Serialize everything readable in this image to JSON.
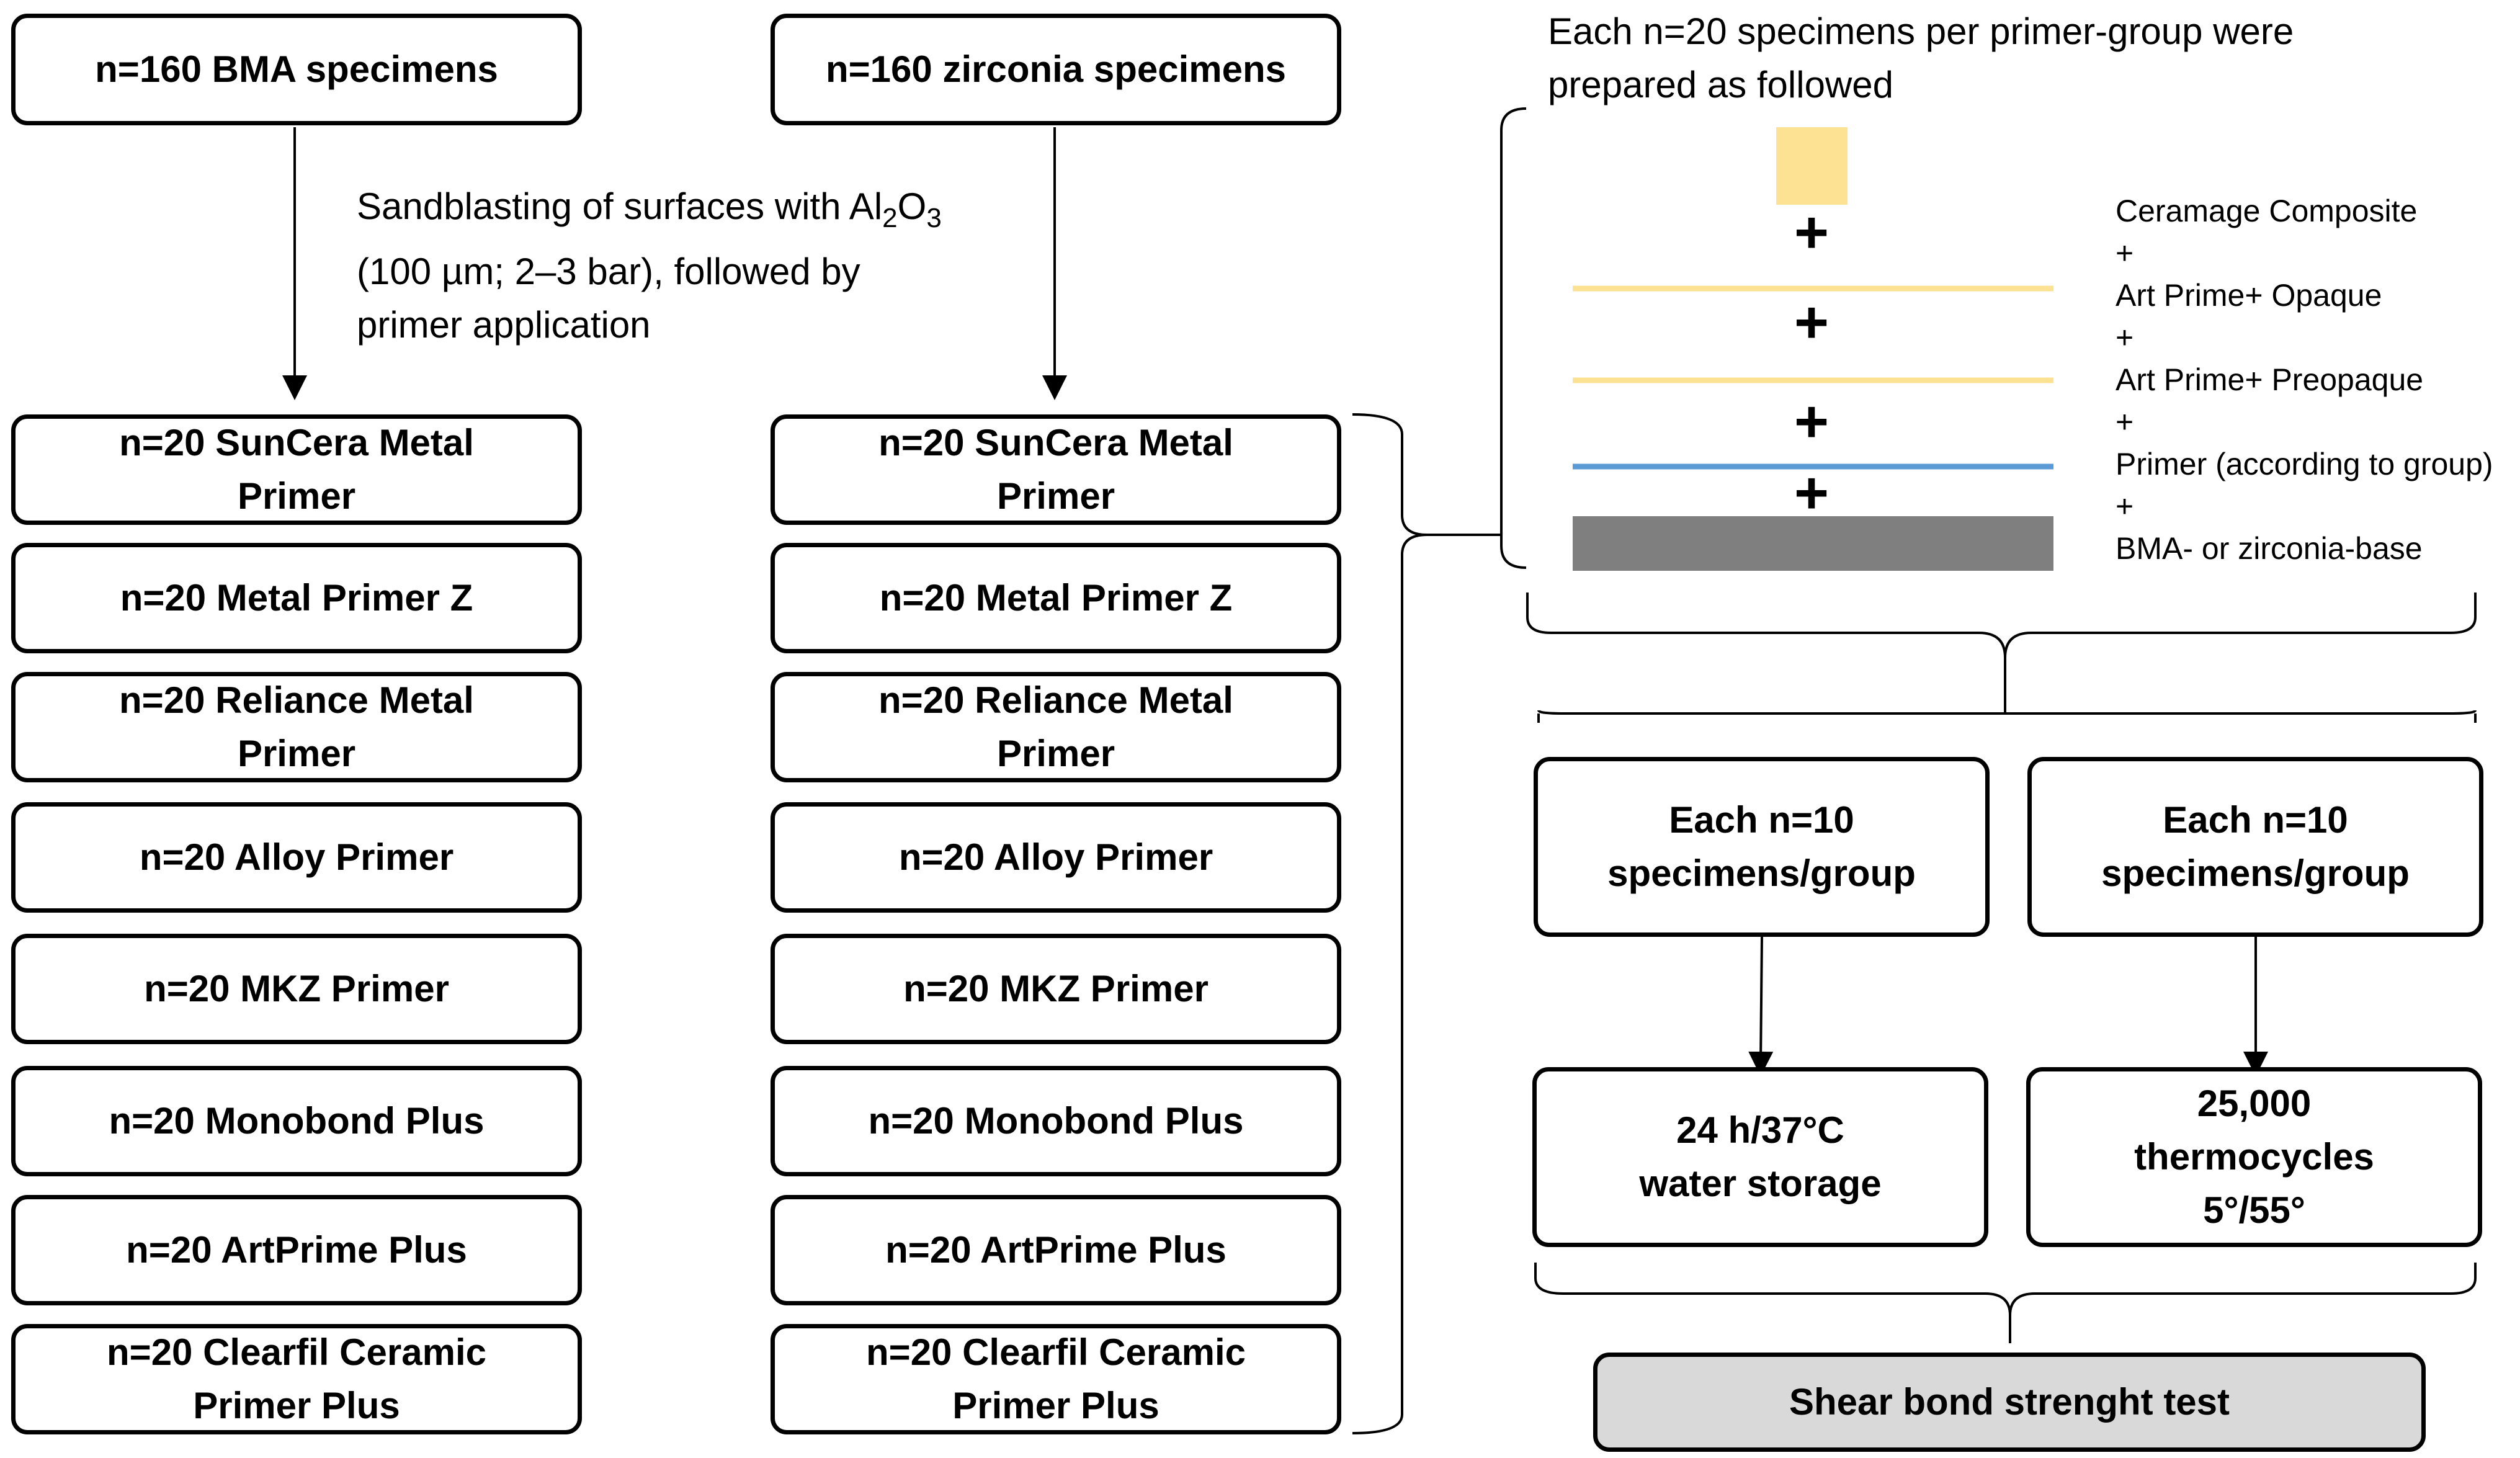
{
  "top_boxes": {
    "bma": "n=160 BMA specimens",
    "zirconia": "n=160 zirconia specimens"
  },
  "sandblast_note": {
    "line1_pre": "Sandblasting of surfaces with Al",
    "sub2": "2",
    "o": "O",
    "sub3": "3",
    "line2": "(100 µm; 2–3 bar), followed by",
    "line3": "primer application"
  },
  "bma_groups": [
    {
      "line1": "n=20 SunCera Metal",
      "line2": "Primer"
    },
    {
      "line1": "n=20 Metal Primer Z",
      "line2": ""
    },
    {
      "line1": "n=20 Reliance Metal",
      "line2": "Primer"
    },
    {
      "line1": "n=20 Alloy Primer",
      "line2": ""
    },
    {
      "line1": "n=20 MKZ Primer",
      "line2": ""
    },
    {
      "line1": "n=20 Monobond Plus",
      "line2": ""
    },
    {
      "line1": "n=20 ArtPrime Plus",
      "line2": ""
    },
    {
      "line1": "n=20 Clearfil Ceramic",
      "line2": "Primer Plus"
    }
  ],
  "zirconia_groups": [
    {
      "line1": "n=20 SunCera Metal",
      "line2": "Primer"
    },
    {
      "line1": "n=20 Metal Primer Z",
      "line2": ""
    },
    {
      "line1": "n=20 Reliance Metal",
      "line2": "Primer"
    },
    {
      "line1": "n=20 Alloy Primer",
      "line2": ""
    },
    {
      "line1": "n=20 MKZ Primer",
      "line2": ""
    },
    {
      "line1": "n=20 Monobond Plus",
      "line2": ""
    },
    {
      "line1": "n=20 ArtPrime Plus",
      "line2": ""
    },
    {
      "line1": "n=20 Clearfil Ceramic",
      "line2": "Primer Plus"
    }
  ],
  "preparation": {
    "title_line1": "Each n=20 specimens per primer-group were",
    "title_line2": "prepared as followed",
    "plus_sign": "+",
    "layers": [
      "Ceramage Composite",
      "+",
      "Art Prime+ Opaque",
      "+",
      "Art Prime+ Preopaque",
      "+",
      "Primer (according to group)",
      "+",
      "BMA- or zirconia-base"
    ],
    "colors": {
      "composite": "#fde294",
      "opaque_line": "#fde294",
      "preopaque_line": "#fde294",
      "primer_line": "#5b9bd5",
      "base": "#7f7f7f"
    }
  },
  "aging": {
    "left_box": {
      "line1": "Each n=10",
      "line2": "specimens/group"
    },
    "right_box": {
      "line1": "Each n=10",
      "line2": "specimens/group"
    },
    "water": {
      "line1": "24 h/37°C",
      "line2": "water storage"
    },
    "thermo": {
      "line1": "25,000",
      "line2": "thermocycles",
      "line3": "5°/55°"
    }
  },
  "final_test": "Shear bond strenght test"
}
